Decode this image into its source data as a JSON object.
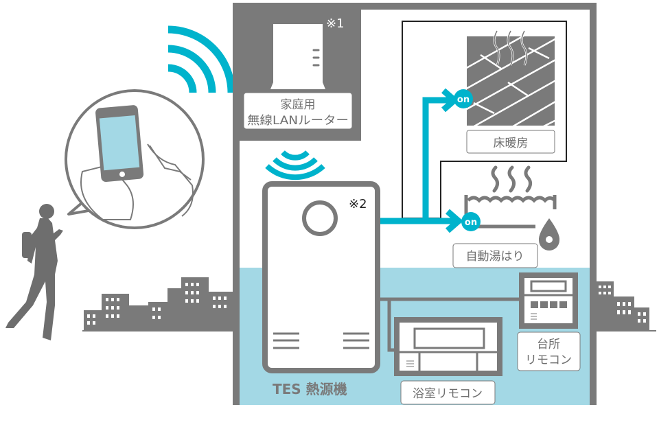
{
  "colors": {
    "gray": "#7a7a7a",
    "accent": "#00b3cc",
    "water": "#a3d8e5"
  },
  "router": {
    "label_line1": "家庭用",
    "label_line2": "無線LANルーター",
    "note": "※1"
  },
  "heat_source": {
    "label": "TES 熱源機",
    "note": "※2"
  },
  "floor_heating": {
    "label": "床暖房",
    "status": "on"
  },
  "auto_bath": {
    "label": "自動湯はり",
    "status": "on"
  },
  "bath_remote": {
    "label": "浴室リモコン"
  },
  "kitchen_remote": {
    "label_line1": "台所",
    "label_line2": "リモコン"
  }
}
